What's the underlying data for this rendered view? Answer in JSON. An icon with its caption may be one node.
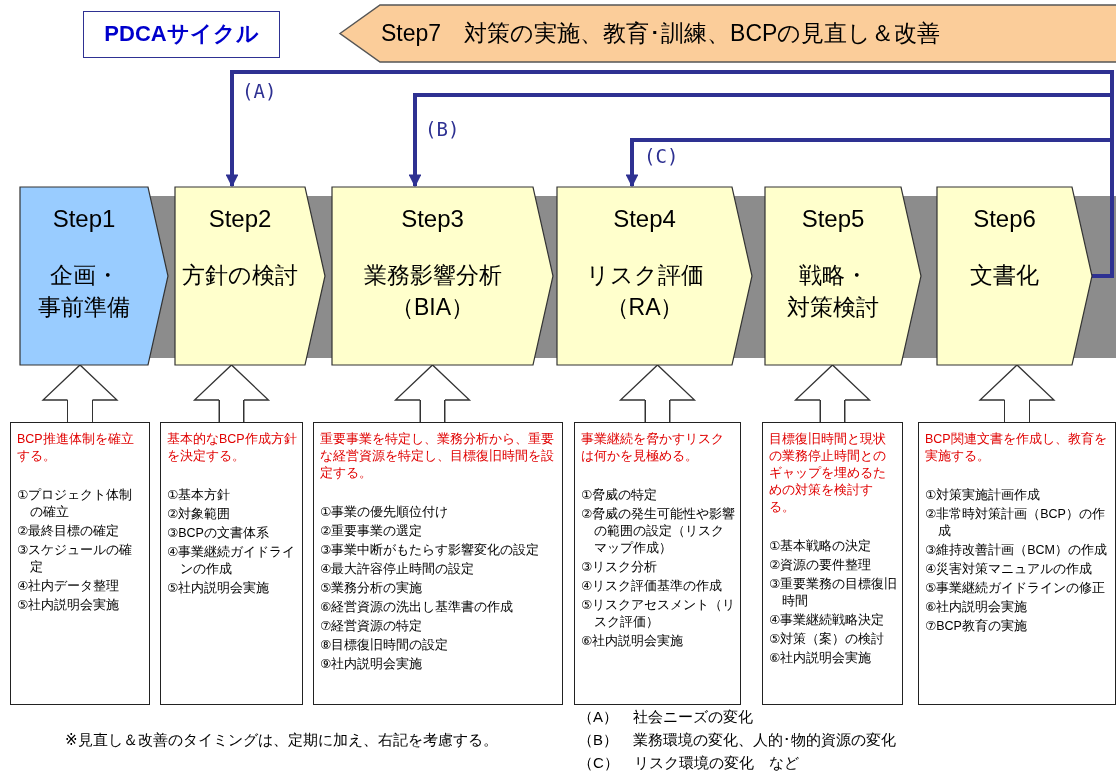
{
  "diagram": {
    "nodes": [
      {
        "text": [
          "PDCAサイクル"
        ]
      },
      {
        "text": [
          "Step7　対策の実施、教育･訓練、BCPの見直し＆改善"
        ]
      },
      {
        "text": [
          "Step1",
          "企画・事前準備"
        ]
      },
      {
        "text": [
          "Step2",
          "方針の検討"
        ]
      },
      {
        "text": [
          "Step3",
          "業務影響分析（BIA）"
        ]
      },
      {
        "text": [
          "Step4",
          "リスク評価（RA）"
        ]
      },
      {
        "text": [
          "Step5",
          "戦略・対策検討"
        ]
      },
      {
        "text": [
          "Step6",
          "文書化"
        ]
      },
      {
        "text": [
          "BCP推進体制を確立する。",
          "①プロジェクト体制の確立",
          "②最終目標の確定",
          "③スケジュールの確定",
          "④社内データ整理",
          "⑤社内説明会実施"
        ]
      },
      {
        "text": [
          "基本的なBCP作成方針を決定する。",
          "①基本方針",
          "②対象範囲",
          "③BCPの文書体系",
          "④事業継続ガイドラインの作成",
          "⑤社内説明会実施"
        ]
      },
      {
        "text": [
          "重要事業を特定し、業務分析から、重要な経営資源を特定し、目標復旧時間を設定する。",
          "①事業の優先順位付け",
          "②重要事業の選定",
          "③事業中断がもたらす影響変化の設定",
          "④最大許容停止時間の設定",
          "⑤業務分析の実施",
          "⑥経営資源の洗出し基準書の作成",
          "⑦経営資源の特定",
          "⑧目標復旧時間の設定",
          "⑨社内説明会実施"
        ]
      },
      {
        "text": [
          "事業継続を脅かすリスクは何かを見極める。",
          "①脅威の特定",
          "②脅威の発生可能性や影響の範囲の設定（リスクマップ作成）",
          "③リスク分析",
          "④リスク評価基準の作成",
          "⑤リスクアセスメント（リスク評価）",
          "⑥社内説明会実施"
        ]
      },
      {
        "text": [
          "目標復旧時間と現状の業務停止時間とのギャップを埋めるための対策を検討する。",
          "①基本戦略の決定",
          "②資源の要件整理",
          "③重要業務の目標復旧時間",
          "④事業継続戦略決定",
          "⑤対策（案）の検討",
          "⑥社内説明会実施"
        ]
      },
      {
        "text": [
          "BCP関連文書を作成し、教育を実施する。",
          "①対策実施計画作成",
          "②非常時対策計画（BCP）の作成",
          "③維持改善計画（BCM）の作成",
          "④災害対策マニュアルの作成",
          "⑤事業継続ガイドラインの修正",
          "⑥社内説明会実施",
          "⑦BCP教育の実施"
        ]
      }
    ],
    "edges": [
      {
        "from": 8,
        "to": 2,
        "arrow": "to"
      },
      {
        "from": 9,
        "to": 3,
        "arrow": "to"
      },
      {
        "from": 10,
        "to": 4,
        "arrow": "to"
      },
      {
        "from": 11,
        "to": 5,
        "arrow": "to"
      },
      {
        "from": 12,
        "to": 6,
        "arrow": "to"
      },
      {
        "from": 13,
        "to": 7,
        "arrow": "to"
      },
      {
        "from": 7,
        "to": 3,
        "arrow": "to",
        "label": "(A)",
        "color": "#2e3192"
      },
      {
        "from": 7,
        "to": 4,
        "arrow": "to",
        "label": "(B)",
        "color": "#2e3192"
      },
      {
        "from": 7,
        "to": 5,
        "arrow": "to",
        "label": "(C)",
        "color": "#2e3192"
      }
    ],
    "labels": [
      "※見直し＆改善のタイミングは、定期に加え、右記を考慮する。",
      "（A）　社会ニーズの変化",
      "（B）　業務環境の変化、人的･物的資源の変化",
      "（C）　リスク環境の変化　など"
    ]
  }
}
